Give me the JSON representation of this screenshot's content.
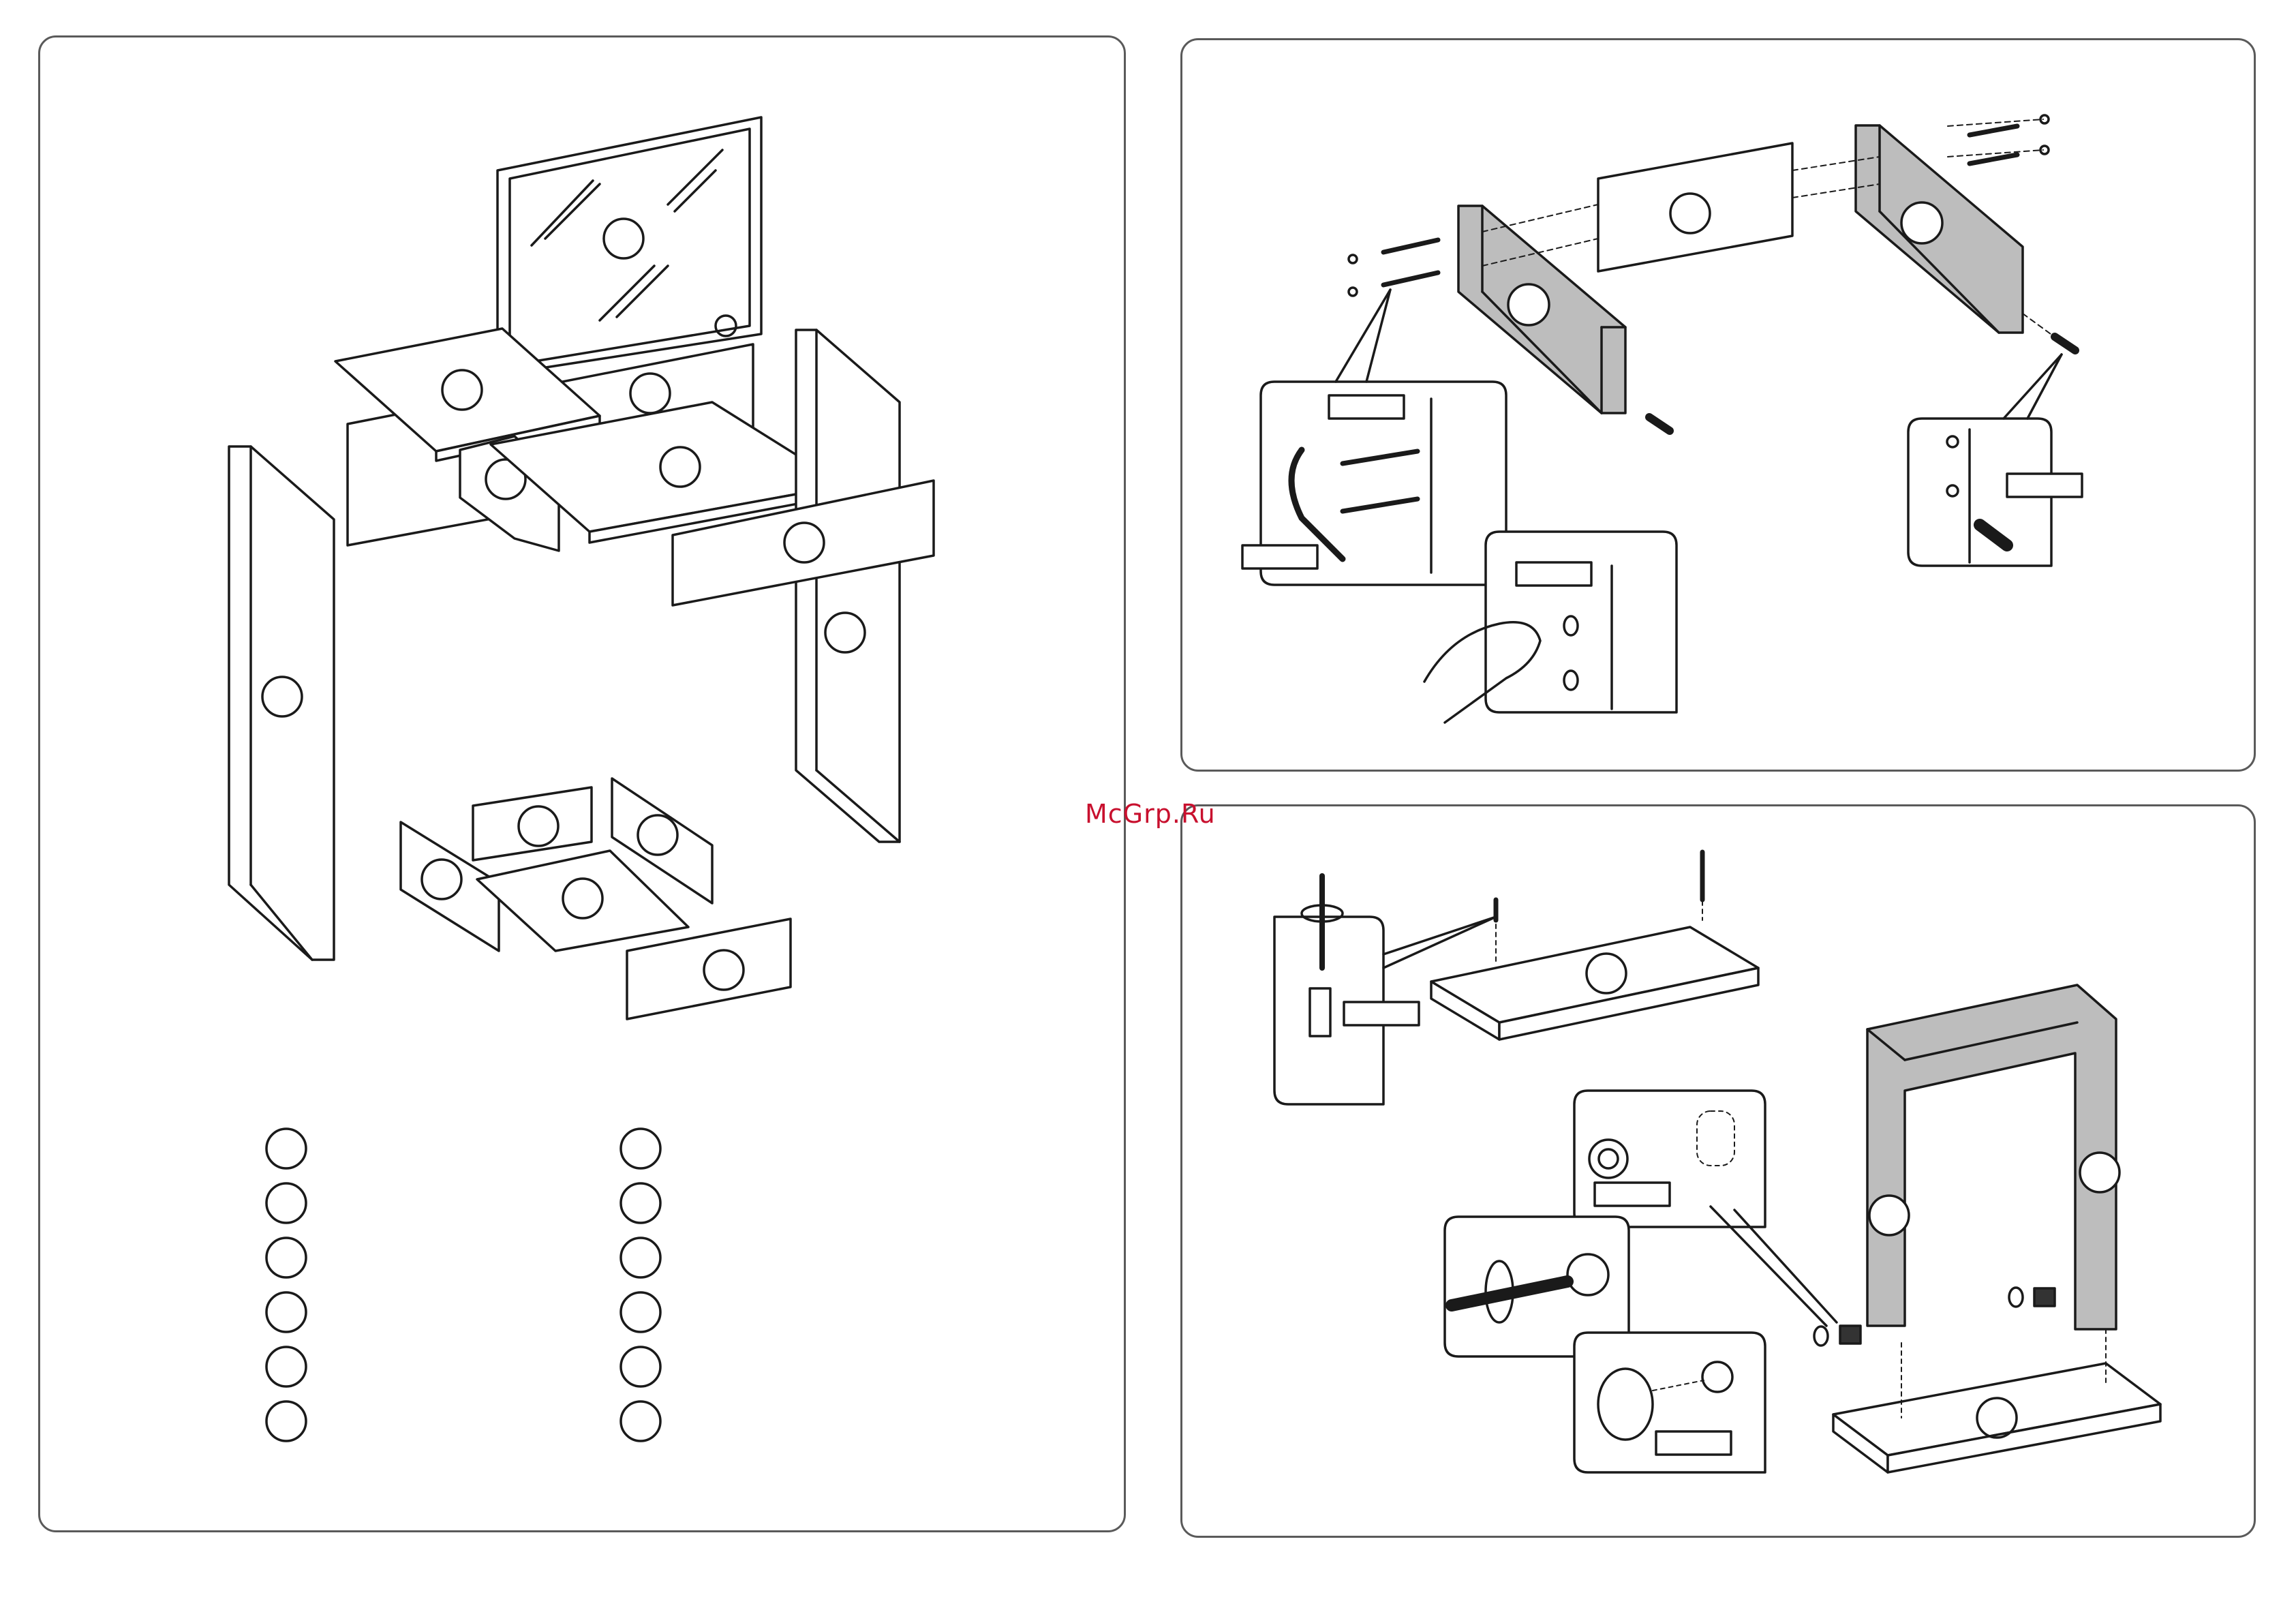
{
  "watermark": "McGrp.Ru",
  "colors": {
    "outline": "#1a1a1a",
    "panel_border": "#5a5a5a",
    "grey_board": "#bdbdbd",
    "watermark": "#c8102e"
  },
  "legend": {
    "rows": 6,
    "columns": 2
  },
  "icons": [
    "hex-key-icon",
    "screwdriver-icon",
    "hand-icon",
    "cam-lock-icon",
    "dowel-icon",
    "screw-icon"
  ]
}
